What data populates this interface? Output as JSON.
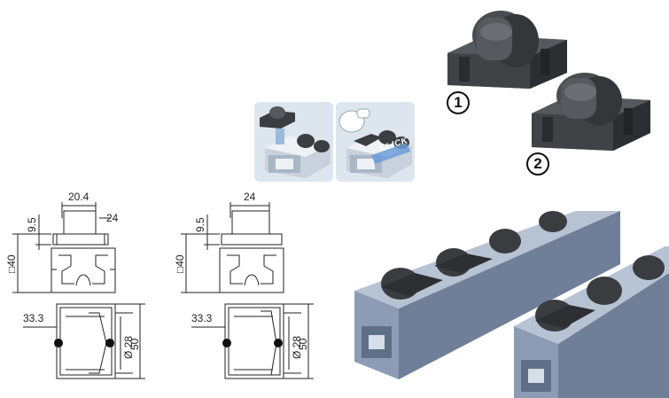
{
  "callouts": {
    "one": "1",
    "two": "2"
  },
  "install": {
    "click": "CLICK"
  },
  "drawing_left": {
    "width_top": "20.4",
    "width_side": "24",
    "gap": "9.5",
    "height": "□40",
    "offset": "33.3",
    "diameter": "Ø 28",
    "depth": "50"
  },
  "drawing_right": {
    "width_top": "24",
    "gap": "9.5",
    "height": "□40",
    "offset": "33.3",
    "diameter": "Ø 28",
    "depth": "50"
  },
  "colors": {
    "roller": "#4a4c50",
    "roller_dark": "#2f3033",
    "profile": "#8c9cb4",
    "profile_light": "#b7c3d3",
    "profile_dark": "#5f6f87",
    "line": "#222222"
  }
}
